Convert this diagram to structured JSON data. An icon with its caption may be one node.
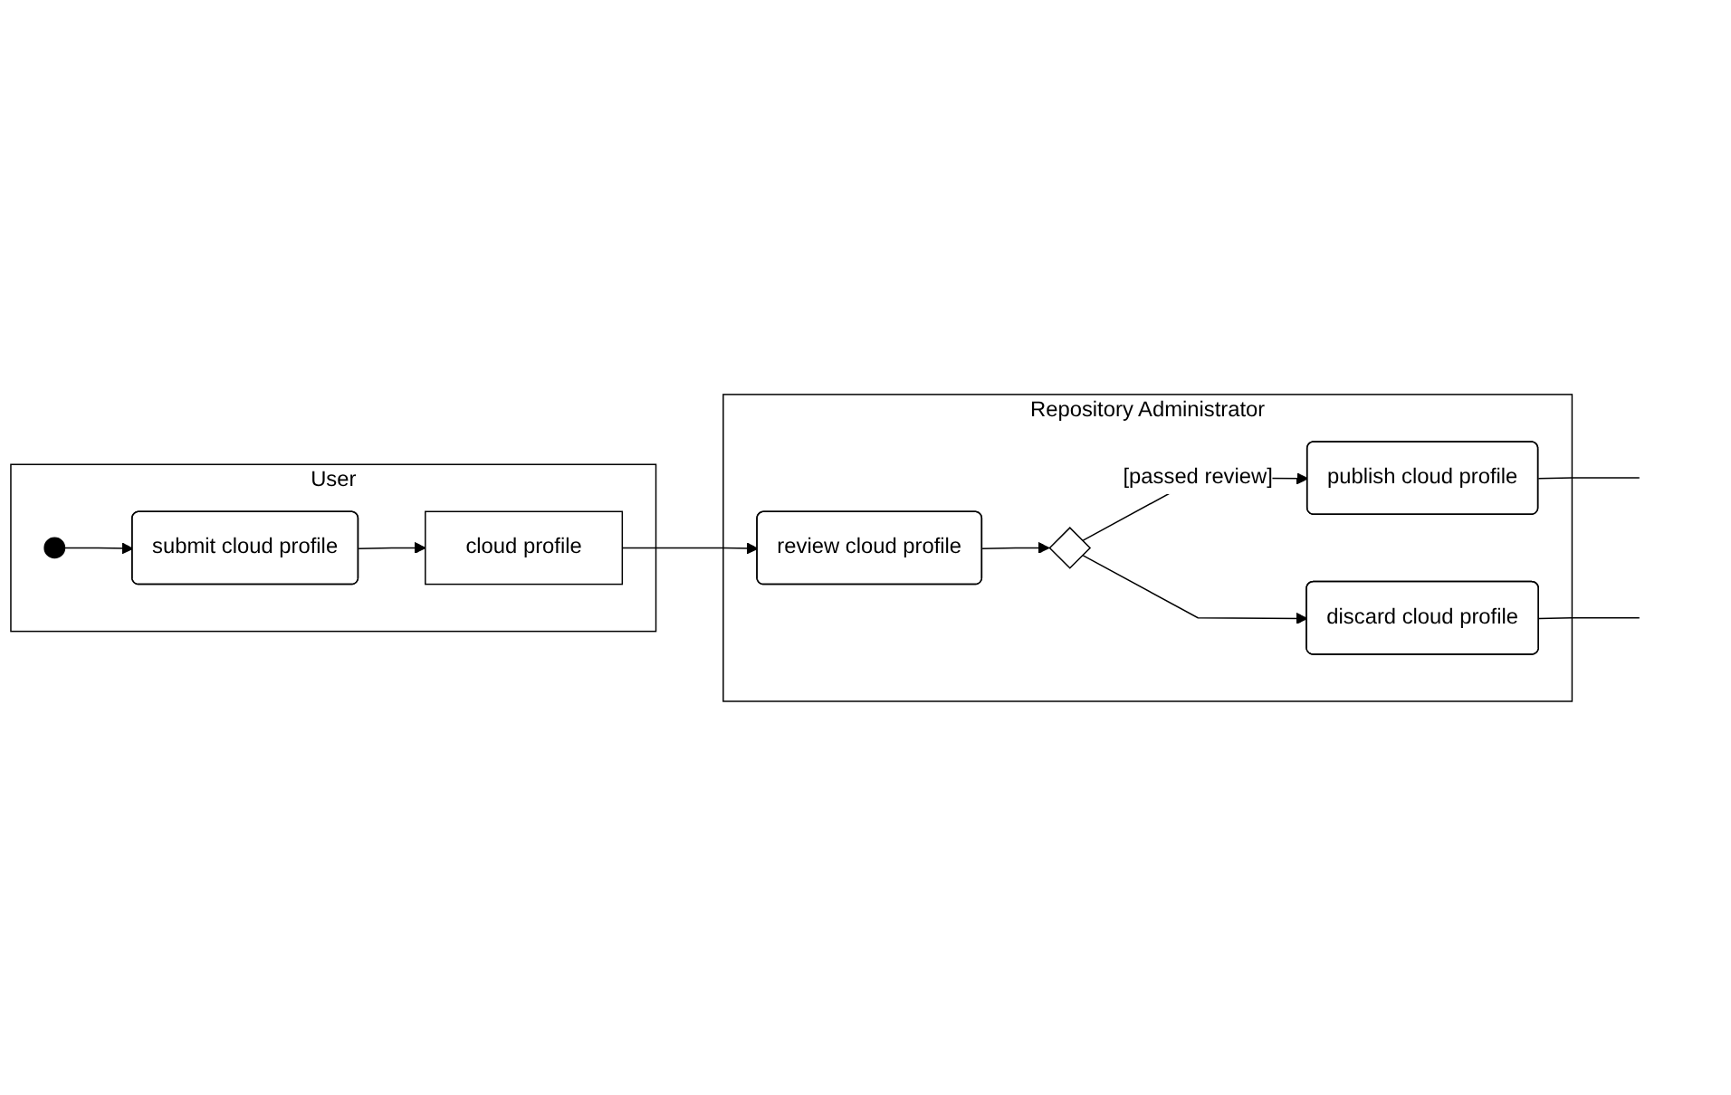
{
  "diagram": {
    "nodes": [
      {
        "text": [
          "User"
        ]
      },
      {
        "text": [],
        "shape": "circle",
        "in": 0
      },
      {
        "text": [
          "submit cloud profile"
        ],
        "in": 0
      },
      {
        "text": [
          "cloud profile"
        ],
        "in": 0
      },
      {
        "text": [
          "Repository Administrator"
        ]
      },
      {
        "text": [
          "review cloud profile"
        ],
        "in": 4
      },
      {
        "text": [],
        "shape": "diamond",
        "in": 4
      },
      {
        "text": [
          "publish cloud profile"
        ],
        "in": 4
      },
      {
        "text": [
          "discard cloud profile"
        ],
        "in": 4
      }
    ],
    "edges": [
      {
        "from": 1,
        "to": 2,
        "arrow": "to"
      },
      {
        "from": 2,
        "to": 3,
        "arrow": "to"
      },
      {
        "from": 3,
        "to": 5,
        "arrow": "to"
      },
      {
        "from": 5,
        "to": 6,
        "arrow": "to"
      },
      {
        "from": 6,
        "to": 7,
        "arrow": "to",
        "label": "[passed review]"
      },
      {
        "from": 6,
        "to": 8,
        "arrow": "to"
      },
      {
        "from": 7,
        "to": null,
        "arrow": "none"
      },
      {
        "from": 8,
        "to": null,
        "arrow": "none"
      }
    ]
  }
}
